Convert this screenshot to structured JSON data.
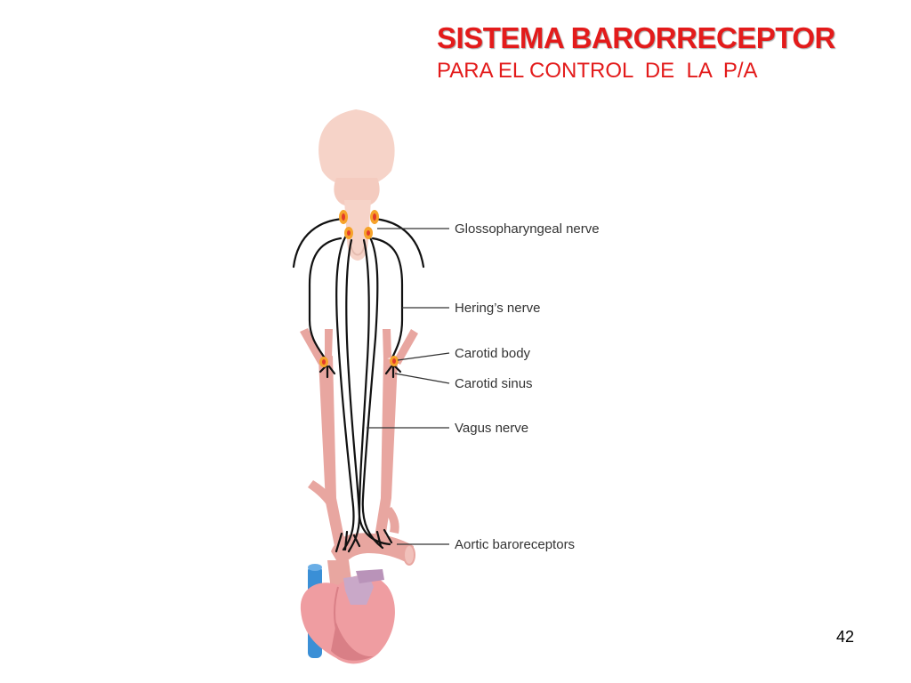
{
  "slide": {
    "title": "SISTEMA BARORRECEPTOR",
    "subtitle": "PARA EL CONTROL  DE  LA  P/A",
    "page_number": "42"
  },
  "diagram": {
    "labels": {
      "glossopharyngeal": "Glossopharyngeal nerve",
      "hering": "Hering’s nerve",
      "carotid_body": "Carotid body",
      "carotid_sinus": "Carotid sinus",
      "vagus": "Vagus nerve",
      "aortic": "Aortic baroreceptors"
    },
    "colors": {
      "brain": "#f6d3c8",
      "artery": "#e8a6a0",
      "heart": "#ef9da1",
      "heart_shade": "#d97f86",
      "vena": "#3a8fd6",
      "pulmonary": "#c9a8c8",
      "ganglion": "#f6a32a",
      "ganglion_core": "#e23a2a",
      "nerve": "#111111",
      "title": "#e31b1b"
    }
  }
}
